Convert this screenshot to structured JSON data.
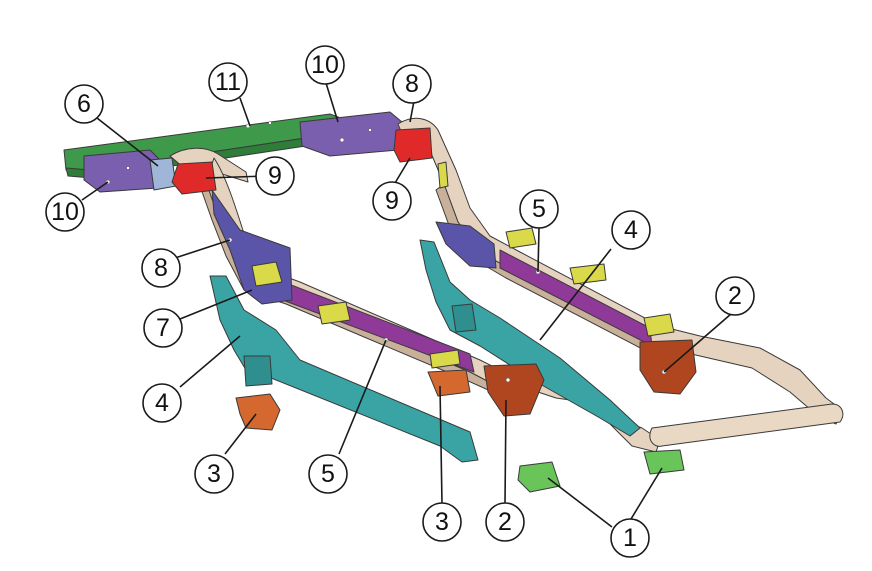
{
  "diagram": {
    "labels": {
      "c1": "1",
      "c2a": "2",
      "c2b": "2",
      "c3a": "3",
      "c3b": "3",
      "c4a": "4",
      "c4b": "4",
      "c5a": "5",
      "c5b": "5",
      "c6": "6",
      "c7": "7",
      "c8a": "8",
      "c8b": "8",
      "c9a": "9",
      "c9b": "9",
      "c10a": "10",
      "c10b": "10",
      "c11": "11"
    },
    "colors": {
      "frame_rail": "#e6d3bf",
      "frame_rail_shade": "#c9b09a",
      "cross_member": "#3e9a4a",
      "rail_sleeve": "#7a5fae",
      "rail_inner_plate": "#8f3a98",
      "side_reinforcement": "#3aa4a4",
      "front_bracket": "#b0461f",
      "small_bracket": "#d4682e",
      "green_bracket": "#69c45a",
      "yellow_bracket": "#d9d94a",
      "red_bracket": "#e02a2a",
      "blue_plate": "#5a55a8"
    }
  }
}
